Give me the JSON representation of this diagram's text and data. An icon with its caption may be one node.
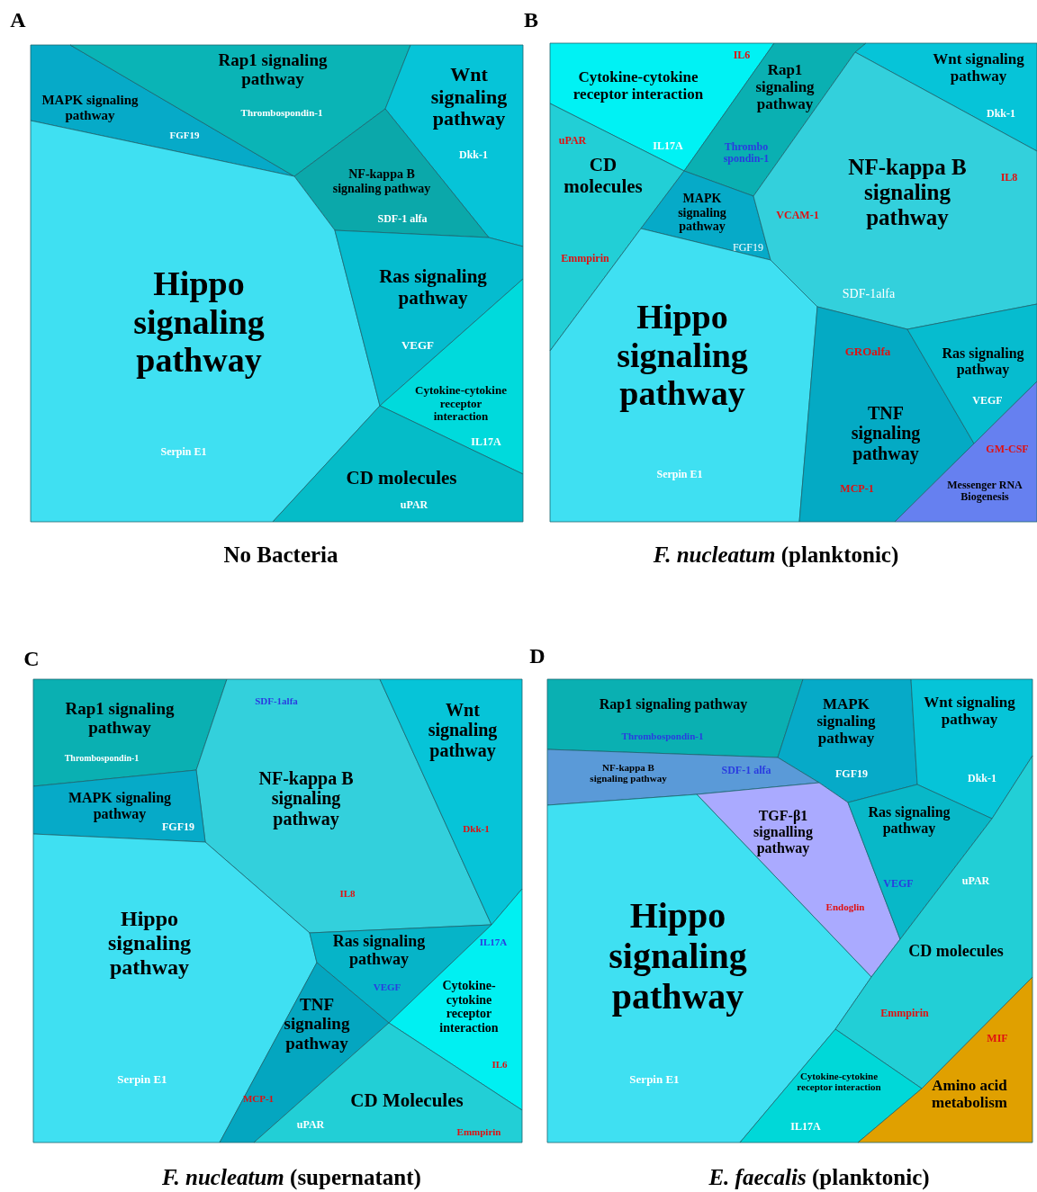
{
  "diagram": {
    "nodes": [
      {
        "text": [
          "A"
        ],
        "beside": [
          "No Bacteria"
        ]
      },
      {
        "text": [
          "MAPK signaling pathway",
          "FGF19"
        ],
        "in": 0
      },
      {
        "text": [
          "Rap1 signaling pathway",
          "Thrombospondin-1"
        ],
        "in": 0
      },
      {
        "text": [
          "Wnt signaling pathway",
          "Dkk-1"
        ],
        "in": 0
      },
      {
        "text": [
          "NF-kappa B signaling pathway",
          "SDF-1 alfa"
        ],
        "in": 0
      },
      {
        "text": [
          "Hippo signaling pathway",
          "Serpin E1"
        ],
        "in": 0
      },
      {
        "text": [
          "Ras signaling pathway",
          "VEGF"
        ],
        "in": 0
      },
      {
        "text": [
          "Cytokine-cytokine receptor interaction",
          "IL17A"
        ],
        "in": 0
      },
      {
        "text": [
          "CD molecules",
          "uPAR"
        ],
        "in": 0
      },
      {
        "text": [
          "B"
        ],
        "beside": [
          "*F. nucleatum* (planktonic)"
        ]
      },
      {
        "text": [
          "Cytokine-cytokine receptor interaction",
          "IL6",
          "IL17A"
        ],
        "in": 9
      },
      {
        "text": [
          "Rap1 signaling pathway",
          "Thrombo spondin-1"
        ],
        "in": 9
      },
      {
        "text": [
          "Wnt signaling pathway",
          "Dkk-1"
        ],
        "in": 9
      },
      {
        "text": [
          "uPAR",
          "CD molecules",
          "Emmpirin"
        ],
        "in": 9
      },
      {
        "text": [
          "MAPK signaling pathway",
          "FGF19"
        ],
        "in": 9
      },
      {
        "text": [
          "NF-kappa B signaling pathway",
          "IL8",
          "VCAM-1",
          "SDF-1alfa"
        ],
        "in": 9
      },
      {
        "text": [
          "Hippo signaling pathway",
          "Serpin E1"
        ],
        "in": 9
      },
      {
        "text": [
          "GROalfa",
          "TNF signaling pathway",
          "MCP-1"
        ],
        "in": 9
      },
      {
        "text": [
          "Ras signaling pathway",
          "VEGF"
        ],
        "in": 9
      },
      {
        "text": [
          "GM-CSF",
          "Messenger RNA Biogenesis"
        ],
        "in": 9
      },
      {
        "text": [
          "C"
        ],
        "beside": [
          "*F. nucleatum* (supernatant)"
        ]
      },
      {
        "text": [
          "Rap1 signaling pathway",
          "Thrombospondin-1"
        ],
        "in": 20
      },
      {
        "text": [
          "SDF-1alfa",
          "NF-kappa B signaling pathway",
          "IL8"
        ],
        "in": 20
      },
      {
        "text": [
          "Wnt signaling pathway",
          "Dkk-1"
        ],
        "in": 20
      },
      {
        "text": [
          "MAPK signaling pathway",
          "FGF19"
        ],
        "in": 20
      },
      {
        "text": [
          "Hippo signaling pathway",
          "Serpin E1"
        ],
        "in": 20
      },
      {
        "text": [
          "Ras signaling pathway",
          "VEGF"
        ],
        "in": 20
      },
      {
        "text": [
          "IL17A",
          "Cytokine-cytokine receptor interaction",
          "IL6"
        ],
        "in": 20
      },
      {
        "text": [
          "TNF signaling pathway",
          "MCP-1"
        ],
        "in": 20
      },
      {
        "text": [
          "CD Molecules",
          "uPAR",
          "Emmpirin"
        ],
        "in": 20
      },
      {
        "text": [
          "D"
        ],
        "beside": [
          "*E. faecalis* (planktonic)"
        ]
      },
      {
        "text": [
          "Rap1 signaling pathway",
          "Thrombospondin-1"
        ],
        "in": 30
      },
      {
        "text": [
          "MAPK signaling pathway",
          "FGF19"
        ],
        "in": 30
      },
      {
        "text": [
          "Wnt signaling pathway",
          "Dkk-1"
        ],
        "in": 30
      },
      {
        "text": [
          "NF-kappa B signaling pathway",
          "SDF-1 alfa"
        ],
        "in": 30
      },
      {
        "text": [
          "TGF-β1 signalling pathway",
          "Endoglin"
        ],
        "in": 30
      },
      {
        "text": [
          "Ras signaling pathway",
          "VEGF"
        ],
        "in": 30
      },
      {
        "text": [
          "Hippo signaling pathway",
          "Serpin E1"
        ],
        "in": 30
      },
      {
        "text": [
          "uPAR",
          "CD molecules",
          "Emmpirin"
        ],
        "in": 30
      },
      {
        "text": [
          "Cytokine-cytokine receptor interaction",
          "IL17A"
        ],
        "in": 30
      },
      {
        "text": [
          "MIF",
          "Amino acid metabolism"
        ],
        "in": 30
      }
    ]
  }
}
